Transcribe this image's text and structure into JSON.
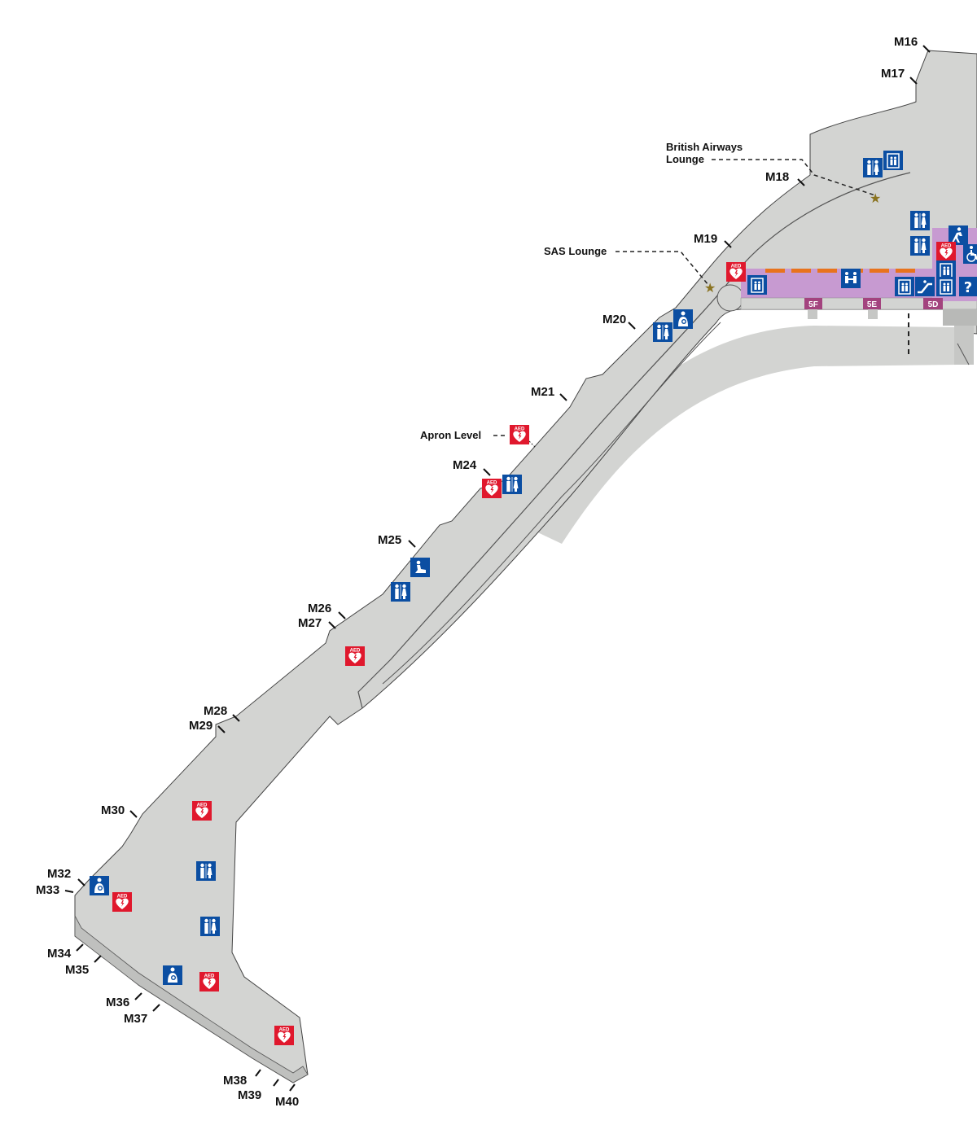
{
  "colors": {
    "floor": "#d3d4d2",
    "floor_edge": "#555555",
    "floor_shadow": "#bfc0be",
    "concourse": "#c79ad1",
    "concourse_stripe": "#e8731d",
    "pier_badge": "#a3437e",
    "info_blue": "#0b4ea2",
    "aed_red": "#e0182d",
    "star": "#8a7320",
    "text": "#111111"
  },
  "gates": [
    "M16",
    "M17",
    "M18",
    "M19",
    "M20",
    "M21",
    "M24",
    "M25",
    "M26",
    "M27",
    "M28",
    "M29",
    "M30",
    "M32",
    "M33",
    "M34",
    "M35",
    "M36",
    "M37",
    "M38",
    "M39",
    "M40"
  ],
  "piers": [
    "5F",
    "5E",
    "5D"
  ],
  "points_of_interest": {
    "british_airways": [
      "British Airways",
      "Lounge"
    ],
    "sas": "SAS Lounge",
    "apron": "Apron Level"
  },
  "icons": {
    "aed_badge": "AED",
    "info_glyph": "?",
    "list": [
      "toilets-icon",
      "aed-icon",
      "baby-care-icon",
      "prayer-room-icon",
      "elevator-icon",
      "escalator-icon",
      "information-icon",
      "accessibility-icon",
      "restaurant-icon"
    ]
  }
}
